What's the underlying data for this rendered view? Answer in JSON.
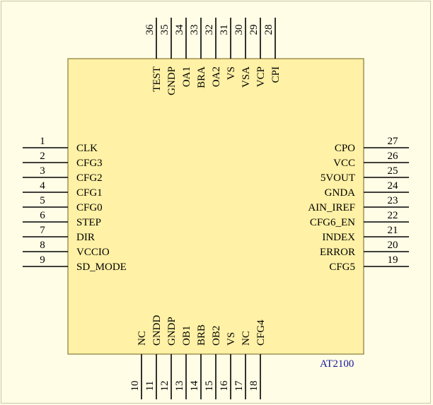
{
  "part_name": "AT2100",
  "pins": {
    "left": [
      {
        "num": "1",
        "name": "CLK"
      },
      {
        "num": "2",
        "name": "CFG3"
      },
      {
        "num": "3",
        "name": "CFG2"
      },
      {
        "num": "4",
        "name": "CFG1"
      },
      {
        "num": "5",
        "name": "CFG0"
      },
      {
        "num": "6",
        "name": "STEP"
      },
      {
        "num": "7",
        "name": "DIR"
      },
      {
        "num": "8",
        "name": "VCCIO"
      },
      {
        "num": "9",
        "name": "SD_MODE"
      }
    ],
    "bottom": [
      {
        "num": "10",
        "name": "NC"
      },
      {
        "num": "11",
        "name": "GNDD"
      },
      {
        "num": "12",
        "name": "GNDP"
      },
      {
        "num": "13",
        "name": "OB1"
      },
      {
        "num": "14",
        "name": "BRB"
      },
      {
        "num": "15",
        "name": "OB2"
      },
      {
        "num": "16",
        "name": "VS"
      },
      {
        "num": "17",
        "name": "NC"
      },
      {
        "num": "18",
        "name": "CFG4"
      }
    ],
    "right": [
      {
        "num": "27",
        "name": "CPO"
      },
      {
        "num": "26",
        "name": "VCC"
      },
      {
        "num": "25",
        "name": "5VOUT"
      },
      {
        "num": "24",
        "name": "GNDA"
      },
      {
        "num": "23",
        "name": "AIN_IREF"
      },
      {
        "num": "22",
        "name": "CFG6_EN"
      },
      {
        "num": "21",
        "name": "INDEX"
      },
      {
        "num": "20",
        "name": "ERROR"
      },
      {
        "num": "19",
        "name": "CFG5"
      }
    ],
    "top": [
      {
        "num": "36",
        "name": "TEST"
      },
      {
        "num": "35",
        "name": "GNDP"
      },
      {
        "num": "34",
        "name": "OA1"
      },
      {
        "num": "33",
        "name": "BRA"
      },
      {
        "num": "32",
        "name": "OA2"
      },
      {
        "num": "31",
        "name": "VS"
      },
      {
        "num": "30",
        "name": "VSA"
      },
      {
        "num": "29",
        "name": "VCP"
      },
      {
        "num": "28",
        "name": "CPI"
      }
    ]
  },
  "colors": {
    "background": "#fffde6",
    "chip_fill": "#fff1a5",
    "part_label": "#16169a"
  }
}
